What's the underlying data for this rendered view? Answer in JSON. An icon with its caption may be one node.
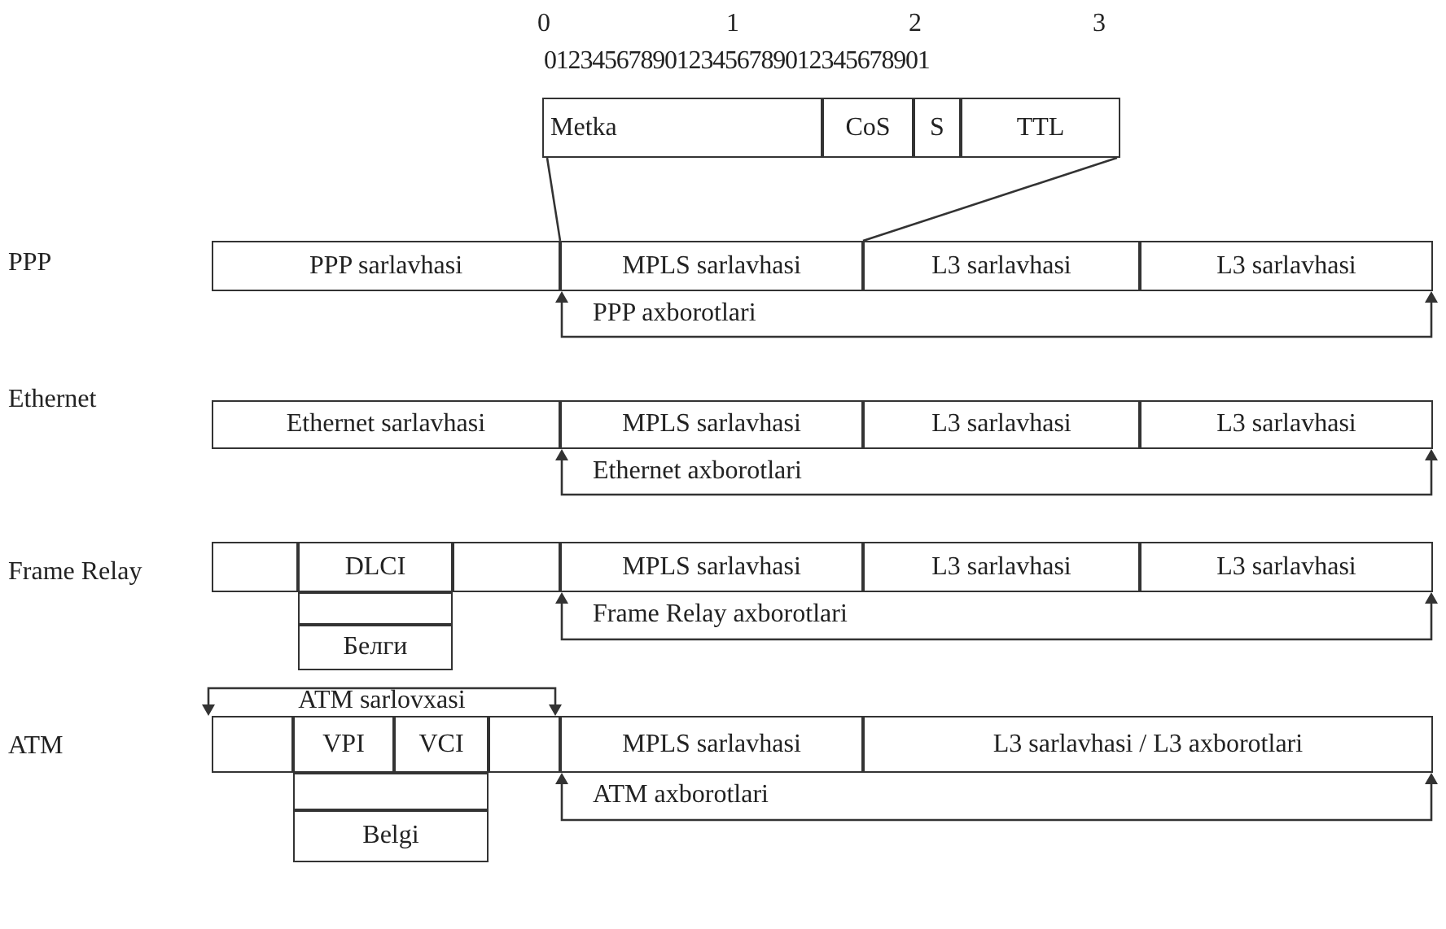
{
  "diagram": {
    "nodes": [
      {
        "text": [
          "Metka"
        ]
      },
      {
        "text": [
          "CoS"
        ]
      },
      {
        "text": [
          "S"
        ]
      },
      {
        "text": [
          "TTL"
        ]
      },
      {
        "text": [
          "PPP sarlavhasi"
        ]
      },
      {
        "text": [
          "MPLS sarlavhasi"
        ]
      },
      {
        "text": [
          "L3 sarlavhasi"
        ]
      },
      {
        "text": [
          "L3 sarlavhasi"
        ]
      },
      {
        "text": [
          "PPP axborotlari"
        ]
      },
      {
        "text": [
          "Ethernet sarlavhasi"
        ]
      },
      {
        "text": [
          "MPLS sarlavhasi"
        ]
      },
      {
        "text": [
          "L3 sarlavhasi"
        ]
      },
      {
        "text": [
          "L3 sarlavhasi"
        ]
      },
      {
        "text": [
          "Ethernet axborotlari"
        ]
      },
      {
        "text": [],
        "shape": "box"
      },
      {
        "text": [
          "DLCI"
        ]
      },
      {
        "text": [],
        "shape": "box"
      },
      {
        "text": [
          "MPLS sarlavhasi"
        ]
      },
      {
        "text": [
          "L3 sarlavhasi"
        ]
      },
      {
        "text": [
          "L3 sarlavhasi"
        ]
      },
      {
        "text": [],
        "shape": "box"
      },
      {
        "text": [
          "Белги"
        ]
      },
      {
        "text": [
          "Frame Relay axborotlari"
        ]
      },
      {
        "text": [
          "ATM sarlovxasi"
        ]
      },
      {
        "text": [],
        "shape": "box"
      },
      {
        "text": [
          "VPI"
        ]
      },
      {
        "text": [
          "VCI"
        ]
      },
      {
        "text": [],
        "shape": "box"
      },
      {
        "text": [
          "MPLS sarlavhasi"
        ]
      },
      {
        "text": [
          "L3 sarlavhasi / L3 axborotlari"
        ]
      },
      {
        "text": [],
        "shape": "box"
      },
      {
        "text": [
          "Belgi"
        ]
      },
      {
        "text": [
          "ATM axborotlari"
        ]
      }
    ],
    "edges": [
      {
        "from": 0,
        "to": 5,
        "arrow": "none"
      },
      {
        "from": 3,
        "to": 5,
        "arrow": "none"
      }
    ],
    "labels": [
      "0",
      "1",
      "2",
      "3",
      "01234567890123456789012345678901",
      "PPP",
      "Ethernet",
      "Frame Relay",
      "ATM"
    ]
  }
}
